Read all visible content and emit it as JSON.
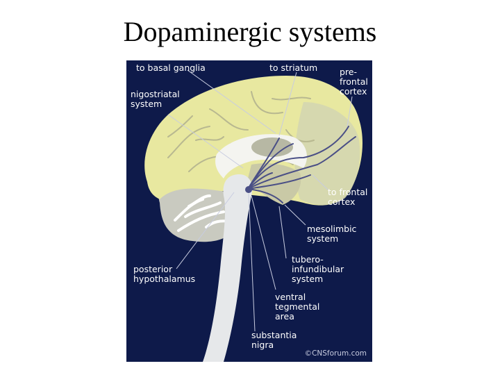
{
  "slide": {
    "title": "Dopaminergic systems"
  },
  "figure": {
    "labels": {
      "basal_ganglia": "to basal ganglia",
      "striatum": "to striatum",
      "prefrontal": "pre-\nfrontal\ncortex",
      "nigrostriatal": "nigostriatal\nsystem",
      "frontal_cortex": "to frontal\ncortex",
      "mesolimbic": "mesolimbic\nsystem",
      "tuberoinfundibular": "tubero-\ninfundibular\nsystem",
      "posterior_hypothalamus": "posterior\nhypothalamus",
      "ventral_tegmental": "ventral\ntegmental\narea",
      "substantia_nigra": "substantia\nnigra"
    },
    "copyright": "©CNSforum.com",
    "colors": {
      "background": "#0e1a4a",
      "cortex": "#e8e8a0",
      "cerebellum": "#c9cac0",
      "brainstem": "#e6e8ea",
      "pathway": "#4a4f86",
      "leader_line": "#c8cce0"
    }
  }
}
